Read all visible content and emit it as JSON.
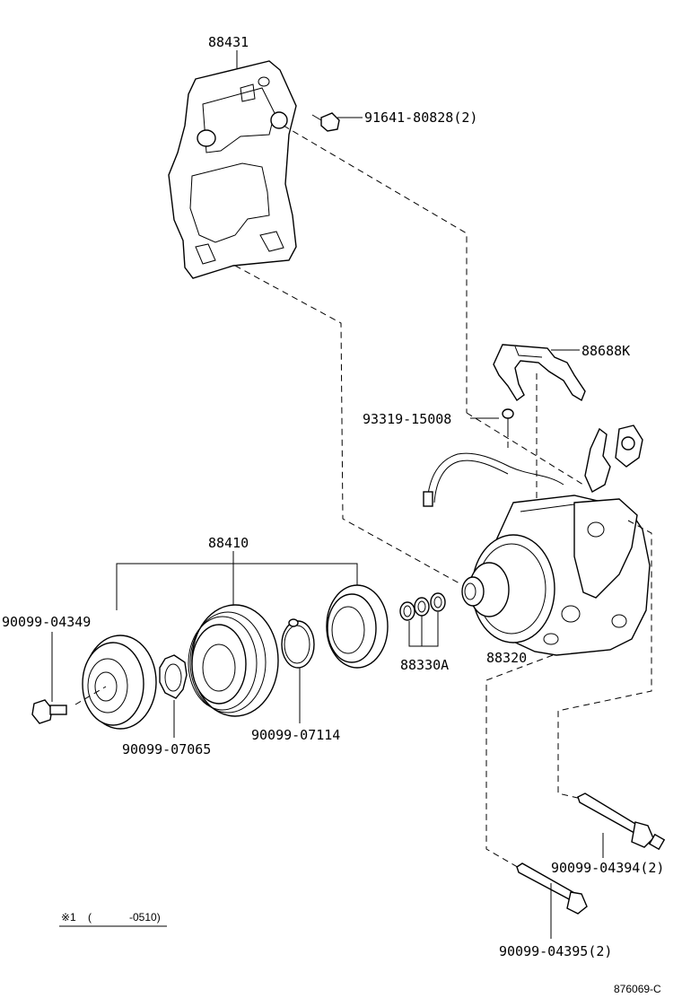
{
  "labels": {
    "p88431": "88431",
    "p91641": "91641-80828(2)",
    "p88688k": "88688K",
    "p93319": "93319-15008",
    "p88410": "88410",
    "p90099_04349": "90099-04349",
    "p88330a": "88330A",
    "p88320": "88320",
    "p90099_07065": "90099-07065",
    "p90099_07114": "90099-07114",
    "p90099_04394": "90099-04394(2)",
    "p90099_04395": "90099-04395(2)"
  },
  "note": {
    "mark": "※1",
    "paren": "(",
    "range": "-0510)"
  },
  "figure_id": "876069-C"
}
